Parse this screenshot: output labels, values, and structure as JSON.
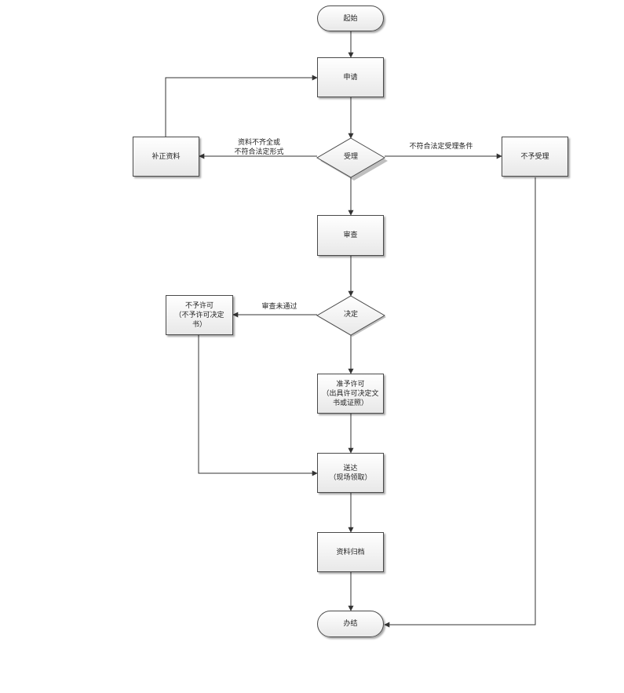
{
  "nodes": {
    "start": "起始",
    "apply": "申请",
    "supplement": "补正资料",
    "accept": "受理",
    "reject_accept": "不予受理",
    "review": "审查",
    "decide": "决定",
    "deny": "不予许可\n（不予许可决定\n书）",
    "approve": "准予许可\n（出具许可决定文\n书或证照）",
    "deliver": "送达\n（现场领取）",
    "archive": "资料归档",
    "end": "办结"
  },
  "edge_labels": {
    "incomplete": "资料不齐全或\n不符合法定形式",
    "not_qualified": "不符合法定受理条件",
    "review_failed": "审查未通过"
  }
}
